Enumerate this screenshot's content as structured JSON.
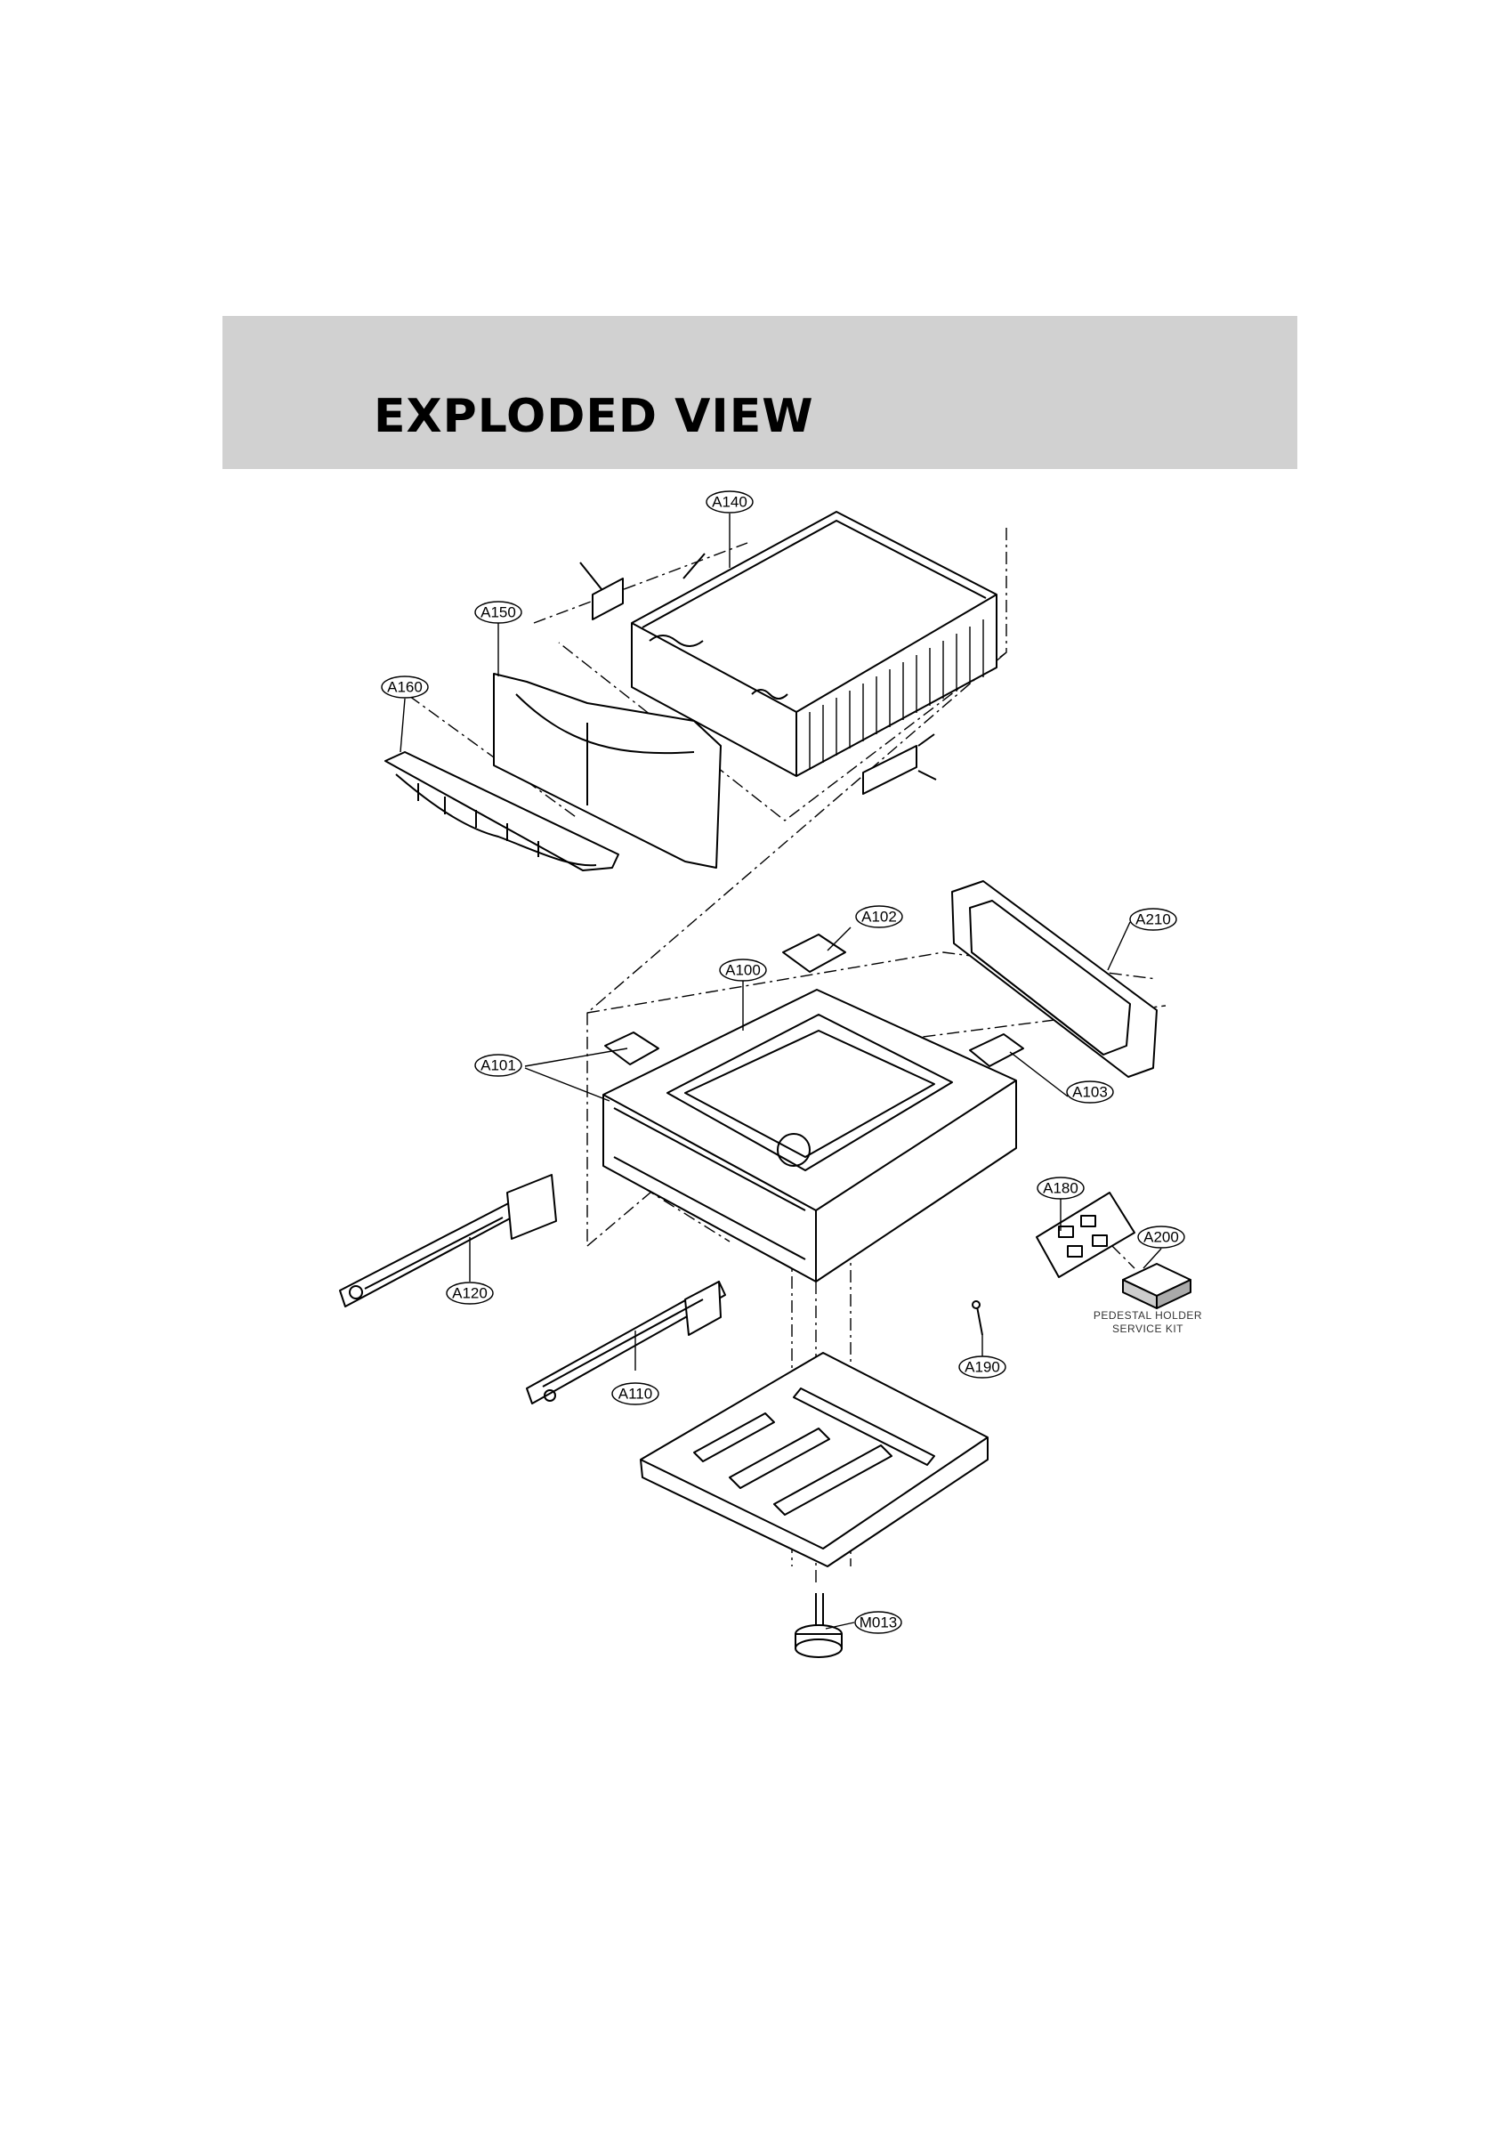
{
  "header": {
    "title": "EXPLODED VIEW"
  },
  "callouts": [
    {
      "id": "A140"
    },
    {
      "id": "A150"
    },
    {
      "id": "A160"
    },
    {
      "id": "A102"
    },
    {
      "id": "A210"
    },
    {
      "id": "A100"
    },
    {
      "id": "A101"
    },
    {
      "id": "A103"
    },
    {
      "id": "A180"
    },
    {
      "id": "A200"
    },
    {
      "id": "A120"
    },
    {
      "id": "A110"
    },
    {
      "id": "A190"
    },
    {
      "id": "M013"
    }
  ],
  "notes": {
    "kit_line1": "PEDESTAL HOLDER",
    "kit_line2": "SERVICE KIT"
  }
}
